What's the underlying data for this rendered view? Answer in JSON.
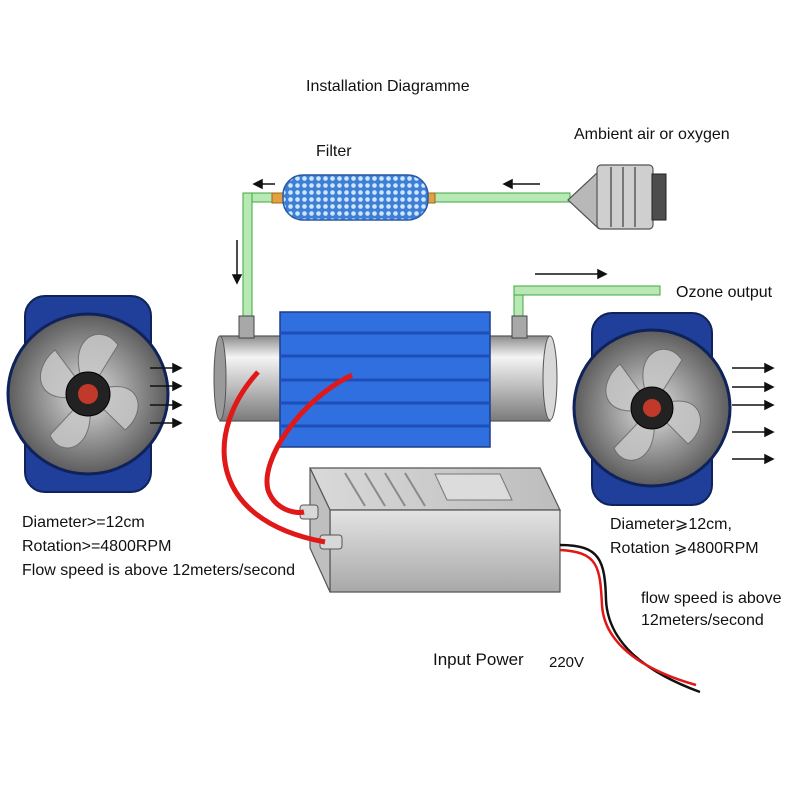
{
  "title": "Installation Diagramme",
  "labels": {
    "filter": "Filter",
    "ambient": "Ambient air or oxygen",
    "ozone_output": "Ozone output",
    "input_power": "Input Power",
    "voltage": "220V"
  },
  "left_fan_spec": {
    "diameter": "Diameter>=12cm",
    "rotation": "Rotation>=4800RPM",
    "flow": "Flow speed is above 12meters/second"
  },
  "right_fan_spec": {
    "diameter": "Diameter⩾12cm,",
    "rotation": "Rotation ⩾4800RPM",
    "flow_line1": "flow speed is above",
    "flow_line2": "12meters/second"
  },
  "colors": {
    "tube_green": "#b8e8b4",
    "tube_outline": "#3fa83f",
    "plate_blue": "#2f6fe0",
    "fan_frame": "#1f3f9a",
    "wire_red": "#e01818"
  }
}
